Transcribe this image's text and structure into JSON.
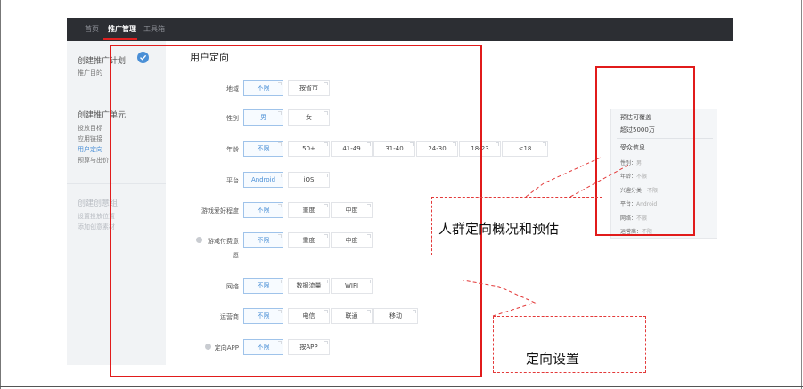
{
  "topnav": {
    "items": [
      "首页",
      "推广管理",
      "工具箱"
    ]
  },
  "sidebar": {
    "plan": {
      "title": "创建推广计划",
      "items": [
        "推广目的"
      ]
    },
    "unit": {
      "title": "创建推广单元",
      "items": [
        "投放目标",
        "应用链接",
        "用户定向",
        "预算与出价"
      ]
    },
    "creative": {
      "title": "创建创意组",
      "items": [
        "设置投放位置",
        "添加创意素材"
      ]
    }
  },
  "main": {
    "title": "用户定向",
    "rows": {
      "region": {
        "label": "地域",
        "options": [
          "不限",
          "按省市"
        ]
      },
      "gender": {
        "label": "性别",
        "options": [
          "男",
          "女"
        ]
      },
      "age": {
        "label": "年龄",
        "options": [
          "不限",
          "50+",
          "41-49",
          "31-40",
          "24-30",
          "18-23",
          "<18"
        ]
      },
      "platform": {
        "label": "平台",
        "options": [
          "Android",
          "iOS"
        ]
      },
      "game_pref": {
        "label": "游戏爱好程度",
        "options": [
          "不限",
          "重度",
          "中度"
        ]
      },
      "game_pay": {
        "label": "游戏付费意",
        "label2": "愿",
        "options": [
          "不限",
          "重度",
          "中度"
        ]
      },
      "network": {
        "label": "网络",
        "options": [
          "不限",
          "数据流量",
          "WIFI"
        ]
      },
      "carrier": {
        "label": "运营商",
        "options": [
          "不限",
          "电信",
          "联通",
          "移动"
        ]
      },
      "app": {
        "label": "定向APP",
        "options": [
          "不限",
          "按APP"
        ]
      }
    }
  },
  "estimate": {
    "title": "预估可覆盖",
    "value": "超过5000万",
    "info_title": "受众信息",
    "items": [
      {
        "k": "性别：",
        "v": "男"
      },
      {
        "k": "年龄：",
        "v": "不限"
      },
      {
        "k": "兴趣分类：",
        "v": "不限"
      },
      {
        "k": "平台：",
        "v": "Android"
      },
      {
        "k": "网络：",
        "v": "不限"
      },
      {
        "k": "运营商：",
        "v": "不限"
      }
    ]
  },
  "annotations": {
    "overview": "人群定向概况和预估",
    "settings": "定向设置"
  },
  "colors": {
    "annotation_red": "#e11b1b",
    "accent_blue": "#4a8fd6",
    "topbar": "#2c2e33"
  }
}
